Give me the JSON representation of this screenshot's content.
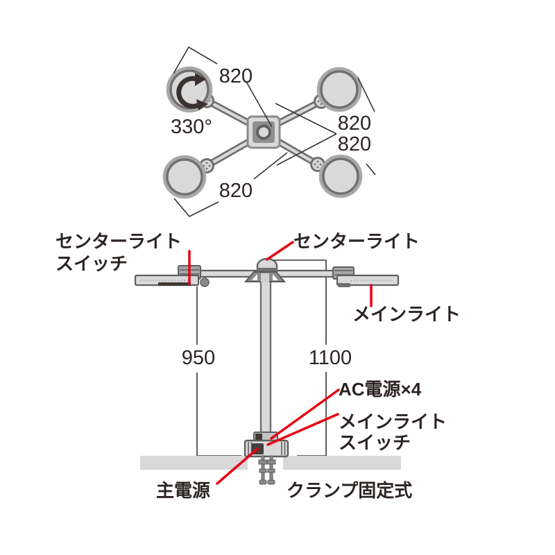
{
  "diagram_title": "multi-arm-desk-light-spec",
  "colors": {
    "accent_red": "#e60012",
    "line_dark": "#3a3230",
    "metal_light": "#d9d9d9",
    "metal_mid": "#9b9b9b",
    "metal_dark": "#666666",
    "text": "#2b2423"
  },
  "top_view": {
    "arm_length_mm": "820",
    "rotation_angle": "330°"
  },
  "side_view": {
    "height_left_mm": "950",
    "height_right_mm": "1100",
    "labels": {
      "center_light_switch_line1": "センターライト",
      "center_light_switch_line2": "スイッチ",
      "center_light": "センターライト",
      "main_light": "メインライト",
      "ac_power": "AC電源×4",
      "main_light_switch_line1": "メインライト",
      "main_light_switch_line2": "スイッチ",
      "main_power": "主電源",
      "clamp_type": "クランプ固定式"
    }
  }
}
